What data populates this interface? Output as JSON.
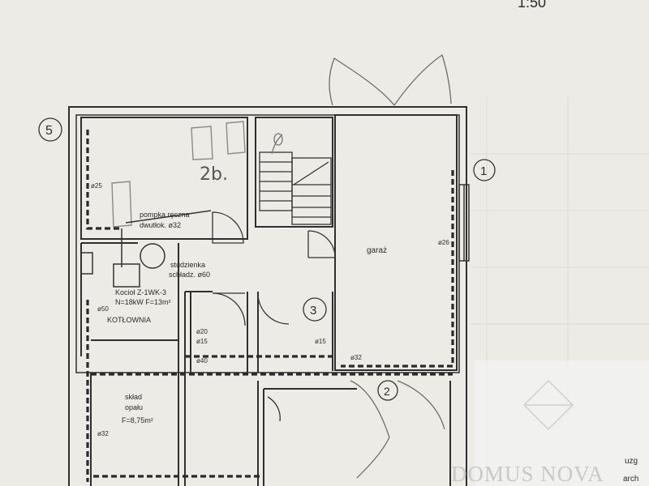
{
  "scale": "1:50",
  "axes": {
    "left": "5",
    "right": "1",
    "bottom": "2",
    "middle": "3"
  },
  "handwritten_note": "2b.",
  "rooms": {
    "garage": "garaż",
    "boiler_room": "KOTŁOWNIA",
    "fuel_storage": [
      "skład",
      "opału",
      "F=8,75m²"
    ]
  },
  "equipment": {
    "hand_pump": [
      "pompka ręczna",
      "dwutłok. ø32"
    ],
    "well": [
      "studzienka",
      "schładz. ø60"
    ],
    "boiler": [
      "Kocioł Z-1WK-3",
      "N=18kW F=13m²"
    ]
  },
  "pipe_labels": {
    "d25_left": "ø25",
    "d26_garage": "ø26",
    "d50": "ø50",
    "d20": "ø20",
    "d15_a": "ø15",
    "d40": "ø40",
    "d15_b": "ø15",
    "d32_garage": "ø32",
    "d32_storage": "ø32"
  },
  "watermark": {
    "brand": "DOMUS NOVA",
    "corner_1": "uzg",
    "corner_2": "arch"
  }
}
